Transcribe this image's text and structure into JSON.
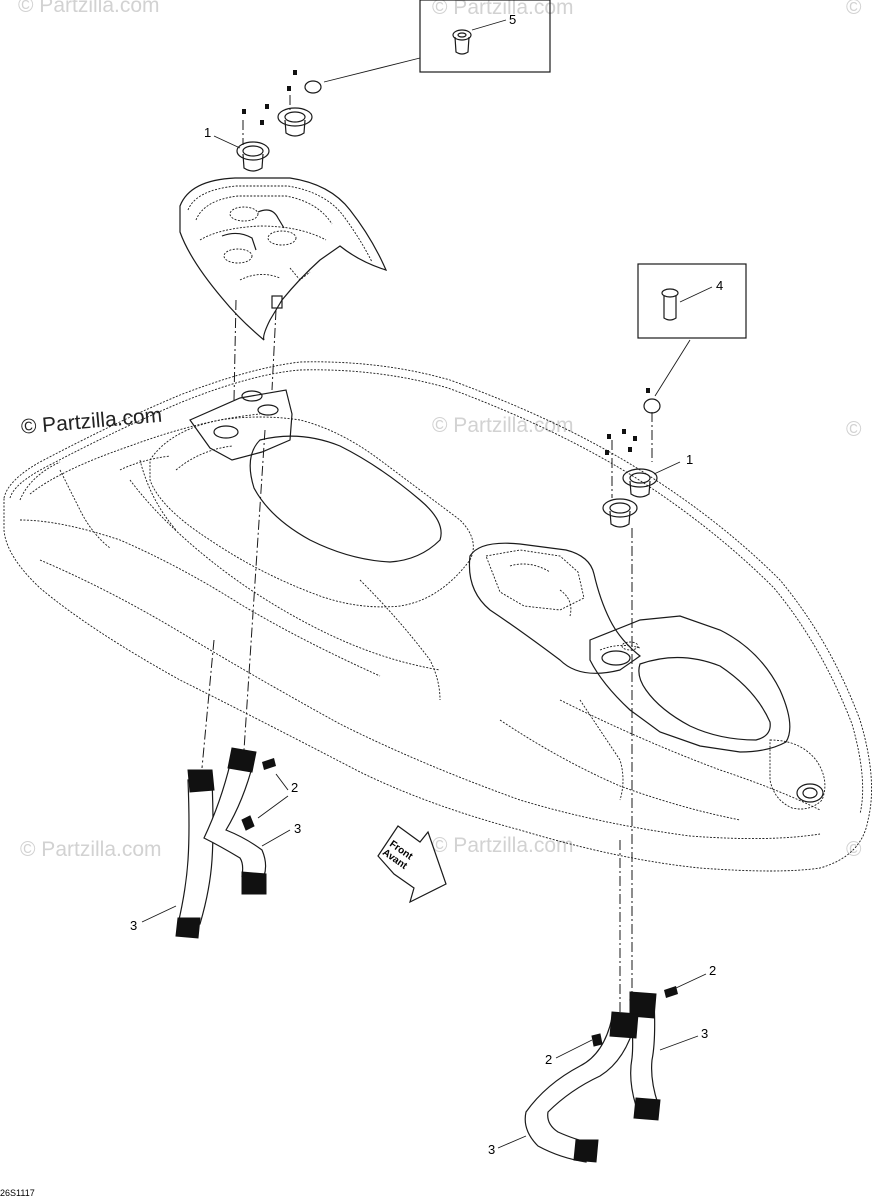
{
  "watermarks": {
    "brand": "© Partzilla.com",
    "brand_short": "© Partzilla.com",
    "brand_cut": "©"
  },
  "callouts": {
    "part_1": "1",
    "part_2": "2",
    "part_3": "3",
    "part_4": "4",
    "part_5": "5"
  },
  "direction_arrow": {
    "line1": "Front",
    "line2": "Avant"
  },
  "figure_code": "26S1117",
  "colors": {
    "line": "#1a1a1a",
    "watermark": "#d2d2d2",
    "hose": "#ffffff",
    "hose_end": "#111111"
  }
}
